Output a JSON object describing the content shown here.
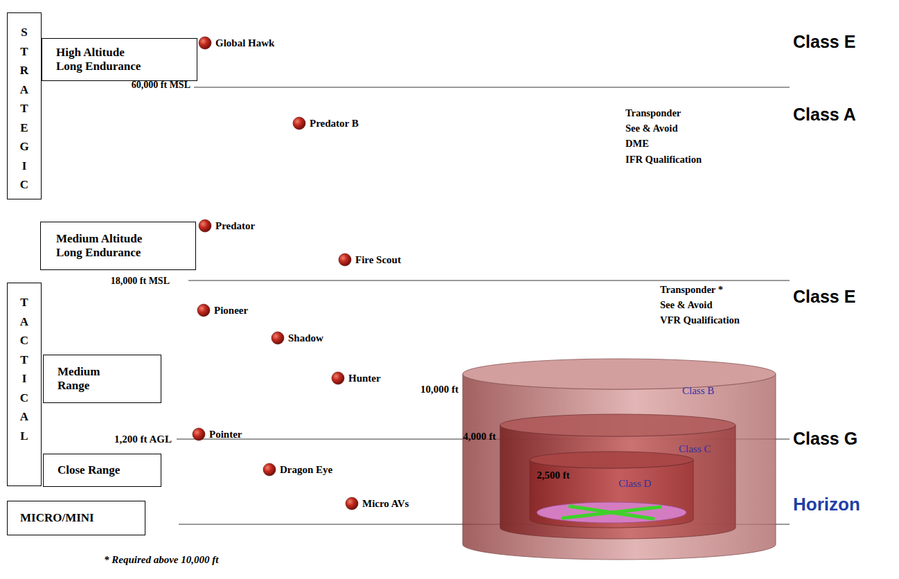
{
  "diagram": {
    "nodes": [
      {
        "text": [
          "STRATEGIC"
        ]
      },
      {
        "text": [
          "High Altitude Long Endurance"
        ]
      },
      {
        "text": [
          "Global Hawk"
        ]
      },
      {
        "text": [
          "Predator B"
        ]
      },
      {
        "text": [
          "Predator"
        ]
      },
      {
        "text": [
          "Medium Altitude Long Endurance"
        ]
      },
      {
        "text": [
          "Fire Scout"
        ]
      },
      {
        "text": [
          "TACTICAL"
        ]
      },
      {
        "text": [
          "Pioneer"
        ]
      },
      {
        "text": [
          "Shadow"
        ]
      },
      {
        "text": [
          "Medium Range"
        ]
      },
      {
        "text": [
          "Hunter"
        ]
      },
      {
        "text": [
          "10,000 ft",
          "Class B"
        ]
      },
      {
        "text": [
          "4,000 ft",
          "Class C"
        ],
        "in": 12
      },
      {
        "text": [
          "Pointer"
        ]
      },
      {
        "text": [
          "2,500 ft",
          "Class D"
        ],
        "in": 13
      },
      {
        "text": [
          "Close Range"
        ]
      },
      {
        "text": [
          "Dragon Eye"
        ]
      },
      {
        "text": [
          "Micro AVs"
        ]
      },
      {
        "text": [
          "MICRO/MINI"
        ]
      }
    ],
    "labels": [
      "60,000 ft MSL",
      "Class E",
      "Class A",
      "Transponder",
      "See & Avoid",
      "DME",
      "IFR Qualification",
      "18,000 ft MSL",
      "Class E",
      "Transponder *",
      "See & Avoid",
      "VFR Qualification",
      "1,200 ft AGL",
      "Class G",
      "Horizon",
      "* Required above 10,000 ft"
    ]
  }
}
